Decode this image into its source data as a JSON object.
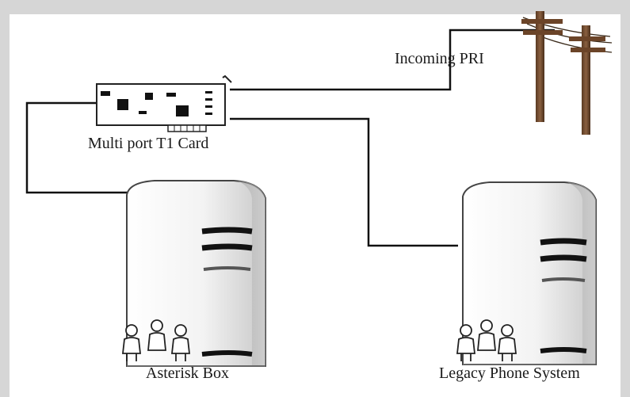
{
  "diagram": {
    "labels": {
      "incoming": "Incoming PRI",
      "card": "Multi port T1 Card",
      "asterisk": "Asterisk Box",
      "legacy": "Legacy Phone System"
    },
    "icons": [
      "utility-pole-icon",
      "t1-card-icon",
      "server-tower-icon",
      "users-group-icon"
    ]
  }
}
